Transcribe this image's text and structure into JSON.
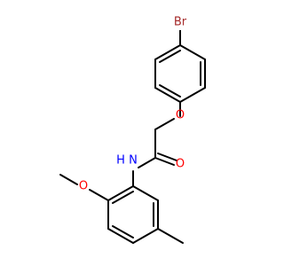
{
  "molecule": {
    "atom_labels": {
      "bromine": "Br",
      "ether_oxygen": "O",
      "carbonyl_oxygen": "O",
      "amide_nitrogen": "N",
      "amide_hydrogen": "H",
      "methoxy_oxygen": "O"
    },
    "colors": {
      "bond": "#000000",
      "bromine": "#a52a2a",
      "oxygen": "#ff0000",
      "nitrogen": "#0000ff"
    }
  }
}
